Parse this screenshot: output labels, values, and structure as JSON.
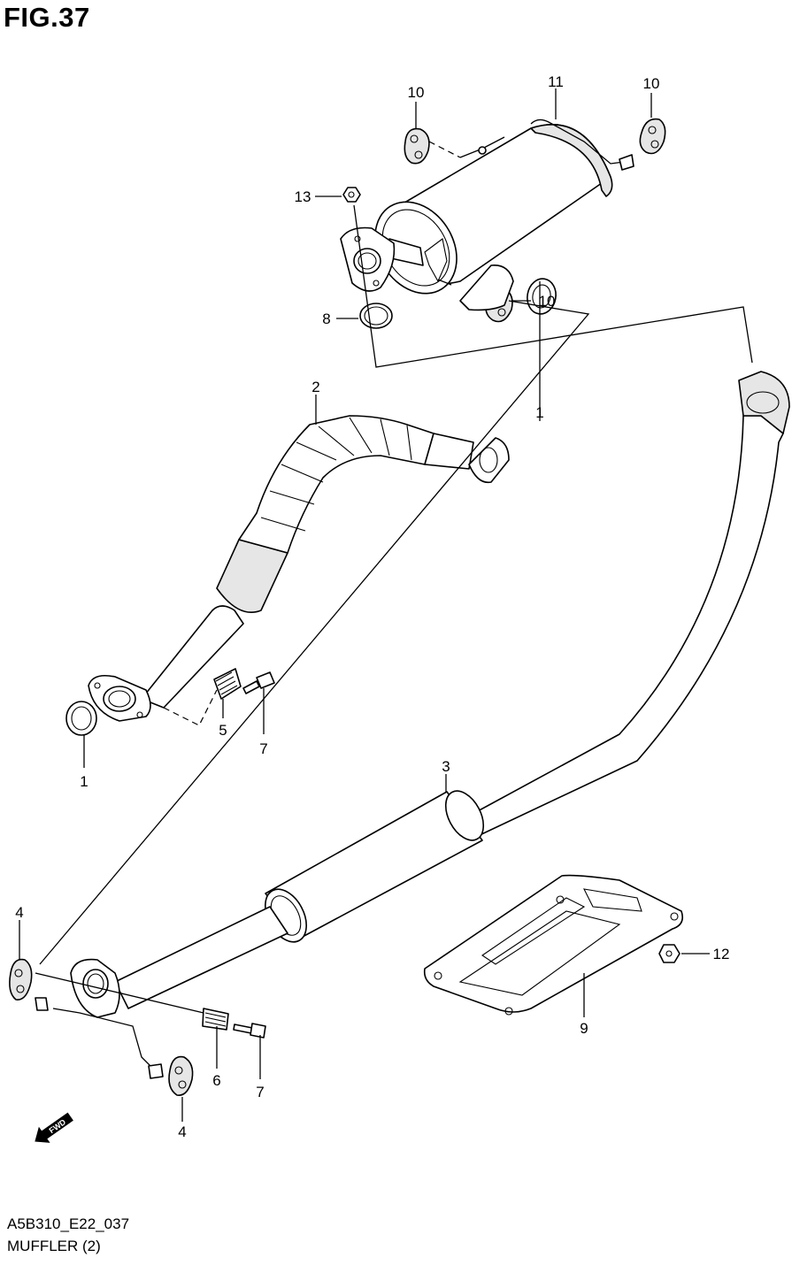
{
  "figure": {
    "title": "FIG.37",
    "code": "A5B310_E22_037",
    "name": "MUFFLER (2)"
  },
  "callouts": {
    "c1_right": "1",
    "c1_left": "1",
    "c2": "2",
    "c3": "3",
    "c4_left": "4",
    "c4_bottom": "4",
    "c5": "5",
    "c6": "6",
    "c7_upper": "7",
    "c7_lower": "7",
    "c8": "8",
    "c9": "9",
    "c10_left": "10",
    "c10_right": "10",
    "c10_lower": "10",
    "c11": "11",
    "c12": "12",
    "c13": "13"
  },
  "fwd_arrow": {
    "label": "FWD",
    "icon": "fwd-arrow-icon"
  }
}
